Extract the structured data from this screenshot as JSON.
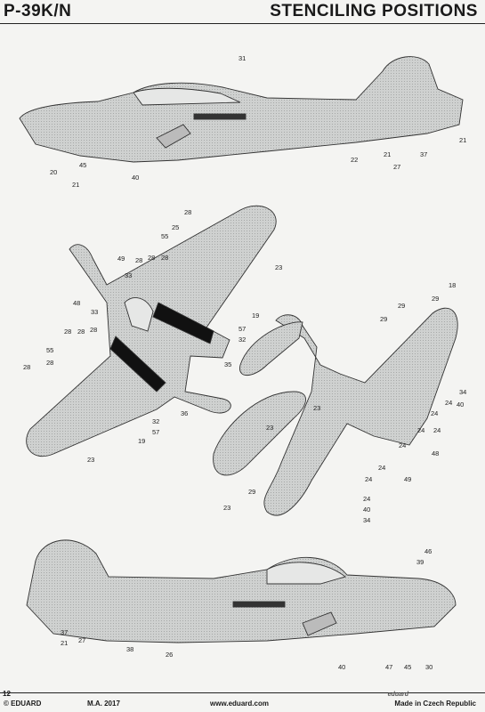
{
  "header": {
    "model": "P-39K/N",
    "title": "STENCILING POSITIONS"
  },
  "views": {
    "side_left": {
      "callouts": [
        "31",
        "20",
        "45",
        "21",
        "40",
        "22",
        "21",
        "27",
        "37",
        "21"
      ]
    },
    "top": {
      "callouts": [
        "28",
        "25",
        "55",
        "49",
        "28",
        "28",
        "28",
        "33",
        "23",
        "48",
        "33",
        "19",
        "57",
        "32",
        "28",
        "28",
        "28",
        "55",
        "28",
        "28",
        "35",
        "36",
        "32",
        "57",
        "19",
        "23"
      ]
    },
    "bottom": {
      "callouts": [
        "18",
        "29",
        "29",
        "29",
        "34",
        "24",
        "40",
        "24",
        "24",
        "24",
        "24",
        "23",
        "48",
        "23",
        "49",
        "24",
        "24",
        "24",
        "40",
        "34",
        "29",
        "23"
      ]
    },
    "side_right": {
      "callouts": [
        "46",
        "39",
        "37",
        "21",
        "27",
        "38",
        "26",
        "40",
        "47",
        "45",
        "30"
      ]
    }
  },
  "footer": {
    "page": "12",
    "copyright": "© EDUARD",
    "author": "M.A. 2017",
    "url": "www.eduard.com",
    "made_in": "Made in Czech Republic",
    "brand": "eduard"
  }
}
